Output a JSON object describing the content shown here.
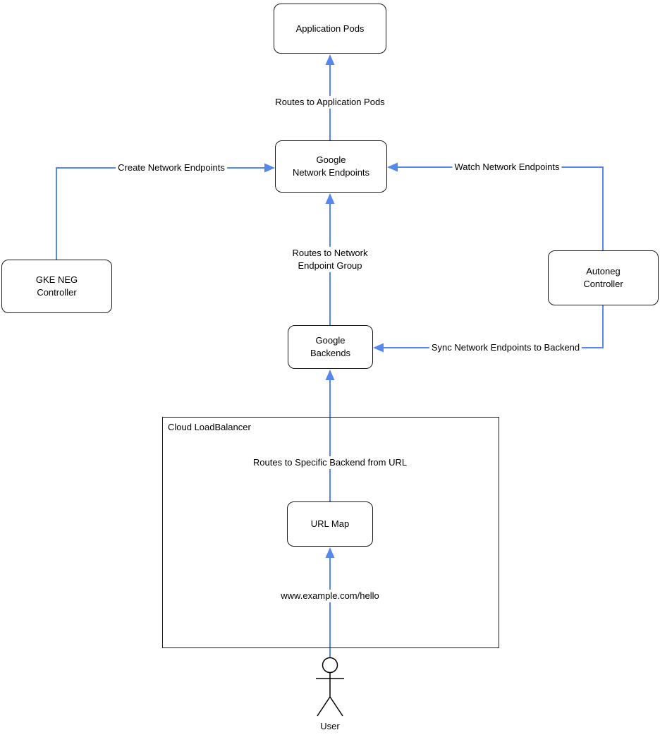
{
  "colors": {
    "connector": "#5588ee",
    "node_border": "#1a1a1a",
    "node_fill": "#ffffff",
    "text": "#000000"
  },
  "nodes": {
    "application_pods": {
      "label": "Application Pods"
    },
    "google_network_endpoints": {
      "label": "Google\nNetwork Endpoints"
    },
    "gke_neg_controller": {
      "label": "GKE NEG\nController"
    },
    "autoneg_controller": {
      "label": "Autoneg\nController"
    },
    "google_backends": {
      "label": "Google\nBackends"
    },
    "cloud_loadbalancer": {
      "label": "Cloud LoadBalancer"
    },
    "url_map": {
      "label": "URL Map"
    },
    "user": {
      "label": "User"
    }
  },
  "edges": {
    "routes_to_application_pods": {
      "label": "Routes to Application Pods"
    },
    "create_network_endpoints": {
      "label": "Create Network Endpoints"
    },
    "watch_network_endpoints": {
      "label": "Watch Network Endpoints"
    },
    "routes_to_network_endpoint_group": {
      "label": "Routes to Network\nEndpoint Group"
    },
    "sync_network_endpoints_to_backend": {
      "label": "Sync Network Endpoints to Backend"
    },
    "routes_to_specific_backend_from_url": {
      "label": "Routes to Specific Backend from URL"
    },
    "request_url": {
      "label": "www.example.com/hello"
    }
  }
}
